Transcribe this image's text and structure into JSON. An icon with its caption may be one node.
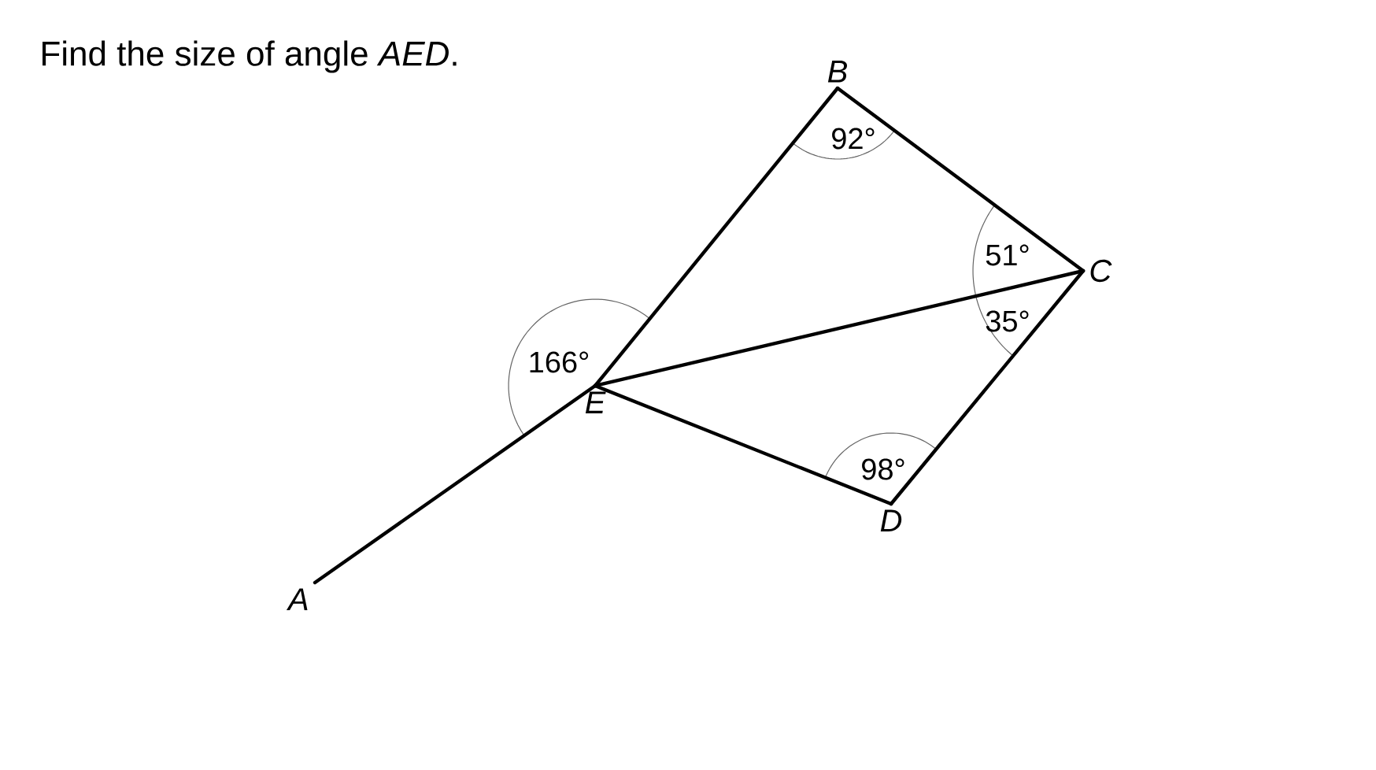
{
  "diagram": {
    "title": "Find the size of angle *AED*.",
    "nodes": [
      {
        "text": [
          "B"
        ]
      },
      {
        "text": [
          "C"
        ]
      },
      {
        "text": [
          "E"
        ]
      },
      {
        "text": [
          "D"
        ]
      },
      {
        "text": [
          "A"
        ]
      }
    ],
    "edges": [
      {
        "from": 0,
        "to": 1,
        "arrow": "none"
      },
      {
        "from": 0,
        "to": 2,
        "arrow": "none"
      },
      {
        "from": 1,
        "to": 2,
        "arrow": "none"
      },
      {
        "from": 1,
        "to": 3,
        "arrow": "none"
      },
      {
        "from": 2,
        "to": 3,
        "arrow": "none"
      },
      {
        "from": 2,
        "to": 4,
        "arrow": "none"
      }
    ],
    "labels": [
      "92°",
      "51°",
      "35°",
      "166°",
      "98°"
    ]
  }
}
